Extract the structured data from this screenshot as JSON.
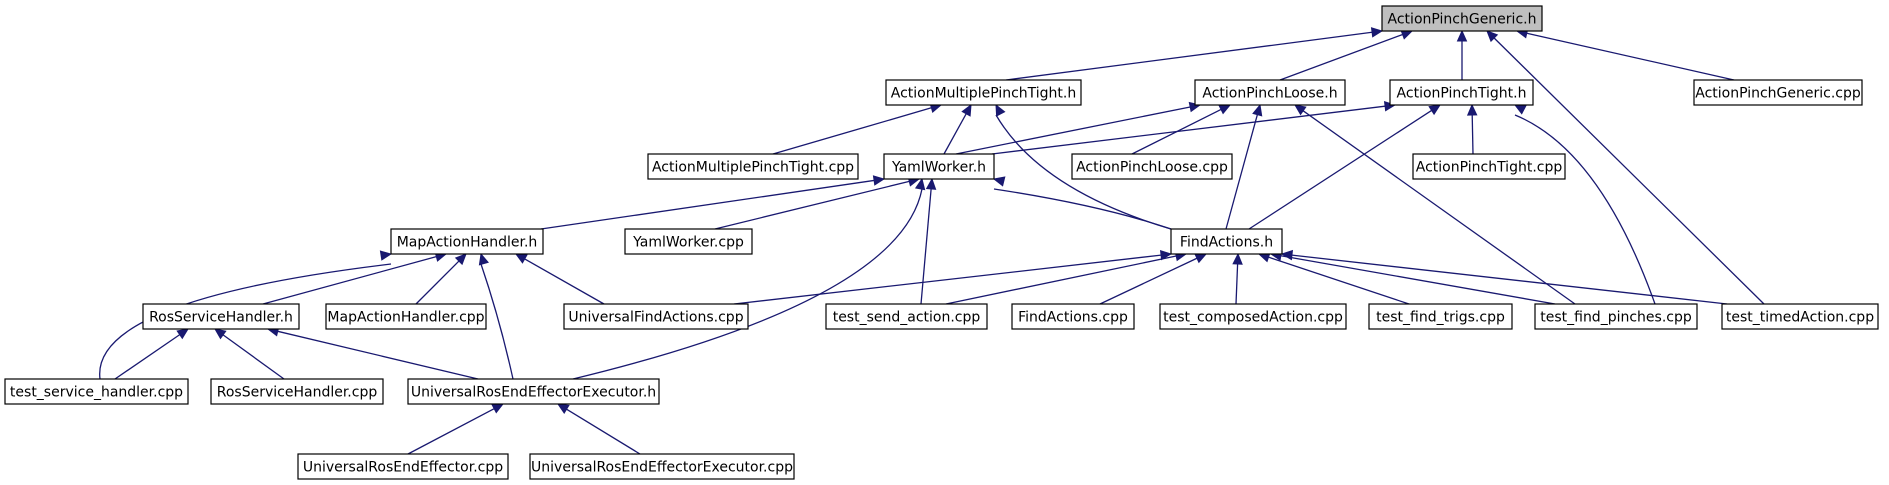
{
  "title": "ActionPinchGeneric.h",
  "nodes": [
    {
      "id": "ActionPinchGeneric.h",
      "root": true
    },
    {
      "id": "ActionMultiplePinchTight.h"
    },
    {
      "id": "ActionPinchLoose.h"
    },
    {
      "id": "ActionPinchTight.h"
    },
    {
      "id": "ActionPinchGeneric.cpp"
    },
    {
      "id": "ActionMultiplePinchTight.cpp"
    },
    {
      "id": "YamlWorker.h"
    },
    {
      "id": "ActionPinchLoose.cpp"
    },
    {
      "id": "ActionPinchTight.cpp"
    },
    {
      "id": "MapActionHandler.h"
    },
    {
      "id": "YamlWorker.cpp"
    },
    {
      "id": "FindActions.h"
    },
    {
      "id": "RosServiceHandler.h"
    },
    {
      "id": "MapActionHandler.cpp"
    },
    {
      "id": "UniversalFindActions.cpp"
    },
    {
      "id": "test_send_action.cpp"
    },
    {
      "id": "FindActions.cpp"
    },
    {
      "id": "test_composedAction.cpp"
    },
    {
      "id": "test_find_trigs.cpp"
    },
    {
      "id": "test_find_pinches.cpp"
    },
    {
      "id": "test_timedAction.cpp"
    },
    {
      "id": "test_service_handler.cpp"
    },
    {
      "id": "RosServiceHandler.cpp"
    },
    {
      "id": "UniversalRosEndEffectorExecutor.h"
    },
    {
      "id": "UniversalRosEndEffector.cpp"
    },
    {
      "id": "UniversalRosEndEffectorExecutor.cpp"
    }
  ],
  "edges": [
    {
      "from": "ActionMultiplePinchTight.h",
      "to": "ActionPinchGeneric.h"
    },
    {
      "from": "ActionPinchLoose.h",
      "to": "ActionPinchGeneric.h"
    },
    {
      "from": "ActionPinchTight.h",
      "to": "ActionPinchGeneric.h"
    },
    {
      "from": "ActionPinchGeneric.cpp",
      "to": "ActionPinchGeneric.h"
    },
    {
      "from": "test_timedAction.cpp",
      "to": "ActionPinchGeneric.h"
    },
    {
      "from": "ActionMultiplePinchTight.cpp",
      "to": "ActionMultiplePinchTight.h"
    },
    {
      "from": "YamlWorker.h",
      "to": "ActionMultiplePinchTight.h"
    },
    {
      "from": "FindActions.h",
      "to": "ActionMultiplePinchTight.h"
    },
    {
      "from": "YamlWorker.h",
      "to": "ActionPinchLoose.h"
    },
    {
      "from": "ActionPinchLoose.cpp",
      "to": "ActionPinchLoose.h"
    },
    {
      "from": "FindActions.h",
      "to": "ActionPinchLoose.h"
    },
    {
      "from": "test_find_pinches.cpp",
      "to": "ActionPinchLoose.h"
    },
    {
      "from": "YamlWorker.h",
      "to": "ActionPinchTight.h"
    },
    {
      "from": "ActionPinchTight.cpp",
      "to": "ActionPinchTight.h"
    },
    {
      "from": "FindActions.h",
      "to": "ActionPinchTight.h"
    },
    {
      "from": "test_find_pinches.cpp",
      "to": "ActionPinchTight.h"
    },
    {
      "from": "MapActionHandler.h",
      "to": "YamlWorker.h"
    },
    {
      "from": "YamlWorker.cpp",
      "to": "YamlWorker.h"
    },
    {
      "from": "FindActions.h",
      "to": "YamlWorker.h"
    },
    {
      "from": "test_send_action.cpp",
      "to": "YamlWorker.h"
    },
    {
      "from": "UniversalRosEndEffectorExecutor.h",
      "to": "YamlWorker.h"
    },
    {
      "from": "RosServiceHandler.h",
      "to": "MapActionHandler.h"
    },
    {
      "from": "MapActionHandler.cpp",
      "to": "MapActionHandler.h"
    },
    {
      "from": "UniversalFindActions.cpp",
      "to": "MapActionHandler.h"
    },
    {
      "from": "UniversalRosEndEffectorExecutor.h",
      "to": "MapActionHandler.h"
    },
    {
      "from": "test_service_handler.cpp",
      "to": "MapActionHandler.h"
    },
    {
      "from": "UniversalFindActions.cpp",
      "to": "FindActions.h"
    },
    {
      "from": "test_send_action.cpp",
      "to": "FindActions.h"
    },
    {
      "from": "FindActions.cpp",
      "to": "FindActions.h"
    },
    {
      "from": "test_composedAction.cpp",
      "to": "FindActions.h"
    },
    {
      "from": "test_find_trigs.cpp",
      "to": "FindActions.h"
    },
    {
      "from": "test_find_pinches.cpp",
      "to": "FindActions.h"
    },
    {
      "from": "test_timedAction.cpp",
      "to": "FindActions.h"
    },
    {
      "from": "test_service_handler.cpp",
      "to": "RosServiceHandler.h"
    },
    {
      "from": "RosServiceHandler.cpp",
      "to": "RosServiceHandler.h"
    },
    {
      "from": "UniversalRosEndEffectorExecutor.h",
      "to": "RosServiceHandler.h"
    },
    {
      "from": "UniversalRosEndEffector.cpp",
      "to": "UniversalRosEndEffectorExecutor.h"
    },
    {
      "from": "UniversalRosEndEffectorExecutor.cpp",
      "to": "UniversalRosEndEffectorExecutor.h"
    }
  ],
  "colors": {
    "edge": "#191970",
    "root_fill": "#bfbfbf",
    "node_fill": "#ffffff",
    "node_stroke": "#000000"
  }
}
